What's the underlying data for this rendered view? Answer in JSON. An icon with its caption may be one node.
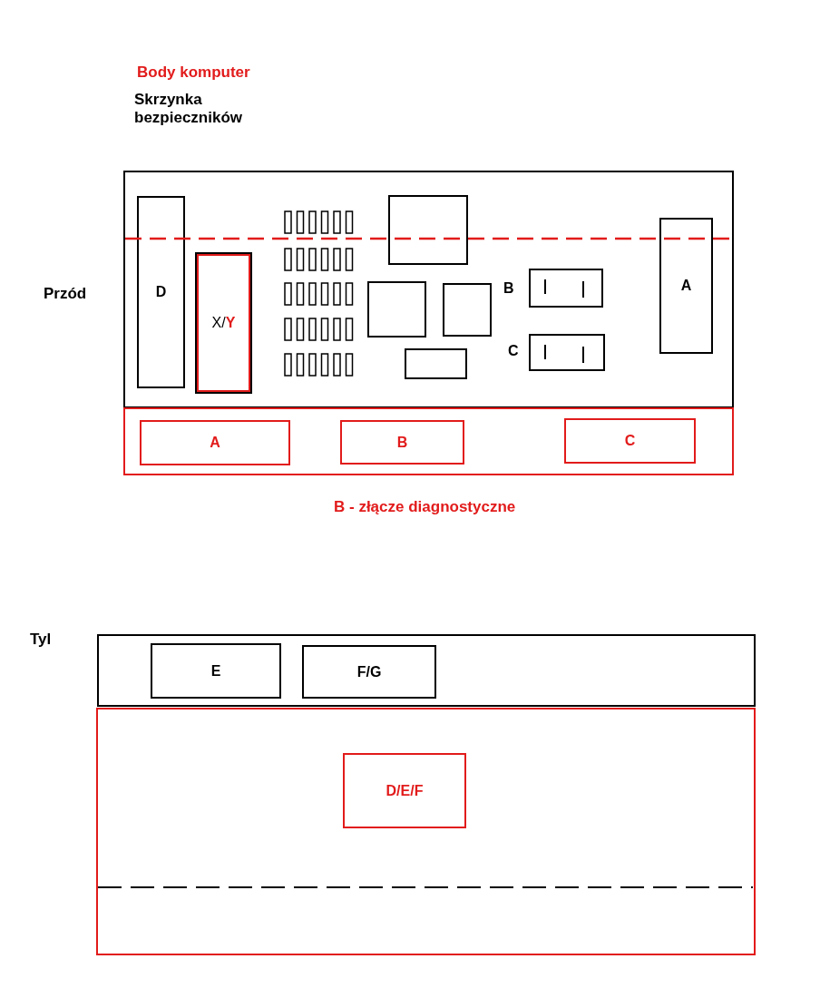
{
  "diagram": {
    "nodes": [
      {
        "text": [],
        "shape": "box"
      },
      {
        "text": [
          "D"
        ],
        "in": 0
      },
      {
        "text": [
          "X/",
          "Y"
        ],
        "in": 0
      },
      {
        "text": [],
        "shape": "box",
        "in": 0
      },
      {
        "text": [],
        "shape": "box",
        "in": 0
      },
      {
        "text": [],
        "shape": "box",
        "in": 0
      },
      {
        "text": [],
        "shape": "box",
        "in": 0
      },
      {
        "text": [],
        "shape": "box",
        "in": 0,
        "beside": [
          "B"
        ]
      },
      {
        "text": [],
        "shape": "box",
        "in": 0,
        "beside": [
          "C"
        ]
      },
      {
        "text": [
          "A"
        ],
        "in": 0
      },
      {
        "text": [],
        "shape": "box"
      },
      {
        "text": [
          "A"
        ],
        "in": 10
      },
      {
        "text": [
          "B"
        ],
        "in": 10
      },
      {
        "text": [
          "C"
        ],
        "in": 10
      },
      {
        "text": [],
        "shape": "box"
      },
      {
        "text": [
          "E"
        ],
        "in": 14
      },
      {
        "text": [
          "F/G"
        ],
        "in": 14
      },
      {
        "text": [],
        "shape": "box"
      },
      {
        "text": [
          "D/E/F"
        ],
        "in": 17
      }
    ],
    "edges": [],
    "labels": [
      "Body komputer",
      "Skrzynka bezpieczników",
      "Przód",
      "B - złącze diagnostyczne",
      "Tyl"
    ]
  }
}
